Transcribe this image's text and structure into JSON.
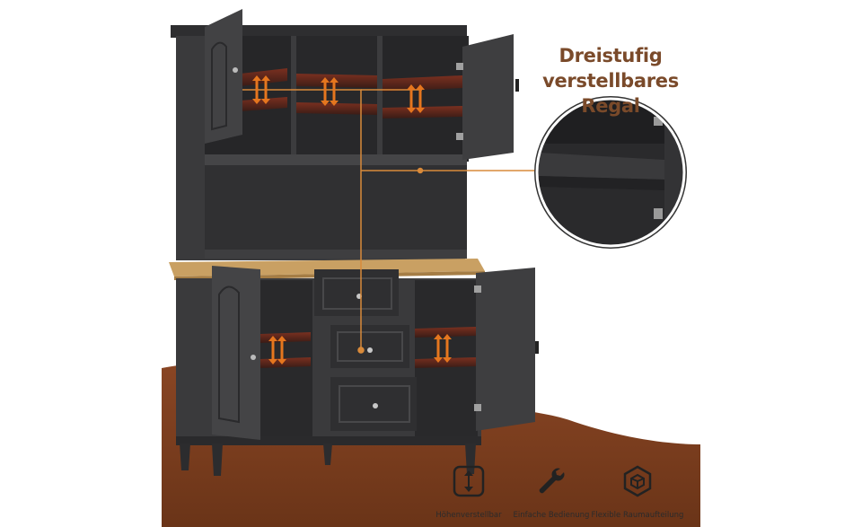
{
  "headline": {
    "line1": "Dreistufig",
    "line2": "verstellbares Regal"
  },
  "features": [
    {
      "icon": "height-adjust-icon",
      "label": "Höhenverstellbar"
    },
    {
      "icon": "wrench-icon",
      "label": "Einfache Bedienung"
    },
    {
      "icon": "cube-space-icon",
      "label": "Flexible Raumaufteilung"
    }
  ],
  "colors": {
    "cabinet": "#3a3a3c",
    "cabinet_dark": "#2a2a2c",
    "countertop": "#c9a063",
    "floor": "#7a3e1e",
    "accent_arrow": "#e5761e",
    "callout_line": "#d98a3a",
    "shelf_highlight": "#8a3a22"
  }
}
